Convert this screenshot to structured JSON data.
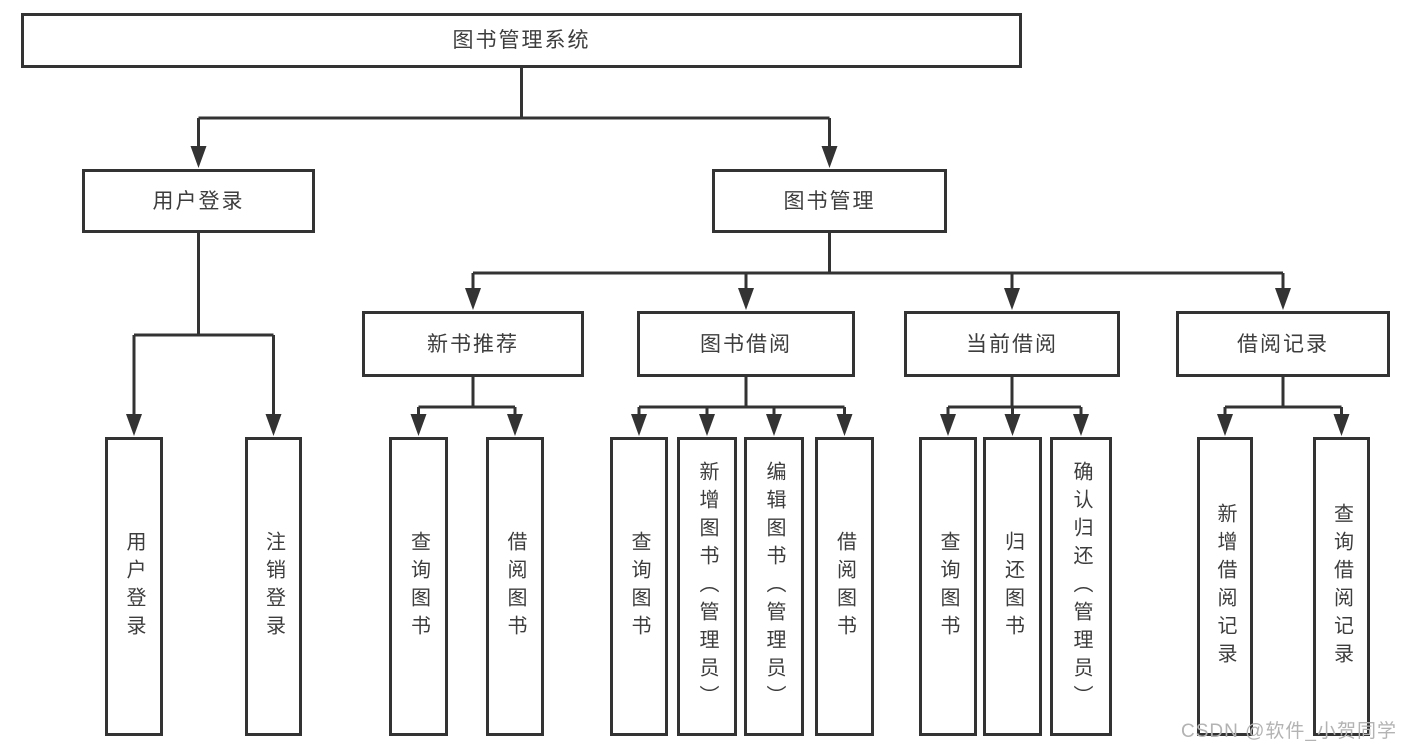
{
  "tree": {
    "label": "图书管理系统",
    "children": [
      {
        "label": "用户登录",
        "children": [
          {
            "label": "用户登录"
          },
          {
            "label": "注销登录"
          }
        ]
      },
      {
        "label": "图书管理",
        "children": [
          {
            "label": "新书推荐",
            "children": [
              {
                "label": "查询图书"
              },
              {
                "label": "借阅图书"
              }
            ]
          },
          {
            "label": "图书借阅",
            "children": [
              {
                "label": "查询图书"
              },
              {
                "label": "新增图书（管理员）"
              },
              {
                "label": "编辑图书（管理员）"
              },
              {
                "label": "借阅图书"
              }
            ]
          },
          {
            "label": "当前借阅",
            "children": [
              {
                "label": "查询图书"
              },
              {
                "label": "归还图书"
              },
              {
                "label": "确认归还（管理员）"
              }
            ]
          },
          {
            "label": "借阅记录",
            "children": [
              {
                "label": "新增借阅记录"
              },
              {
                "label": "查询借阅记录"
              }
            ]
          }
        ]
      }
    ]
  },
  "watermark": "CSDN @软件_小贺同学",
  "colors": {
    "line": "#333333",
    "text": "#3d3d3d",
    "box_background": "#ffffff",
    "page_background": "#ffffff",
    "watermark": "#b3b3b3"
  }
}
